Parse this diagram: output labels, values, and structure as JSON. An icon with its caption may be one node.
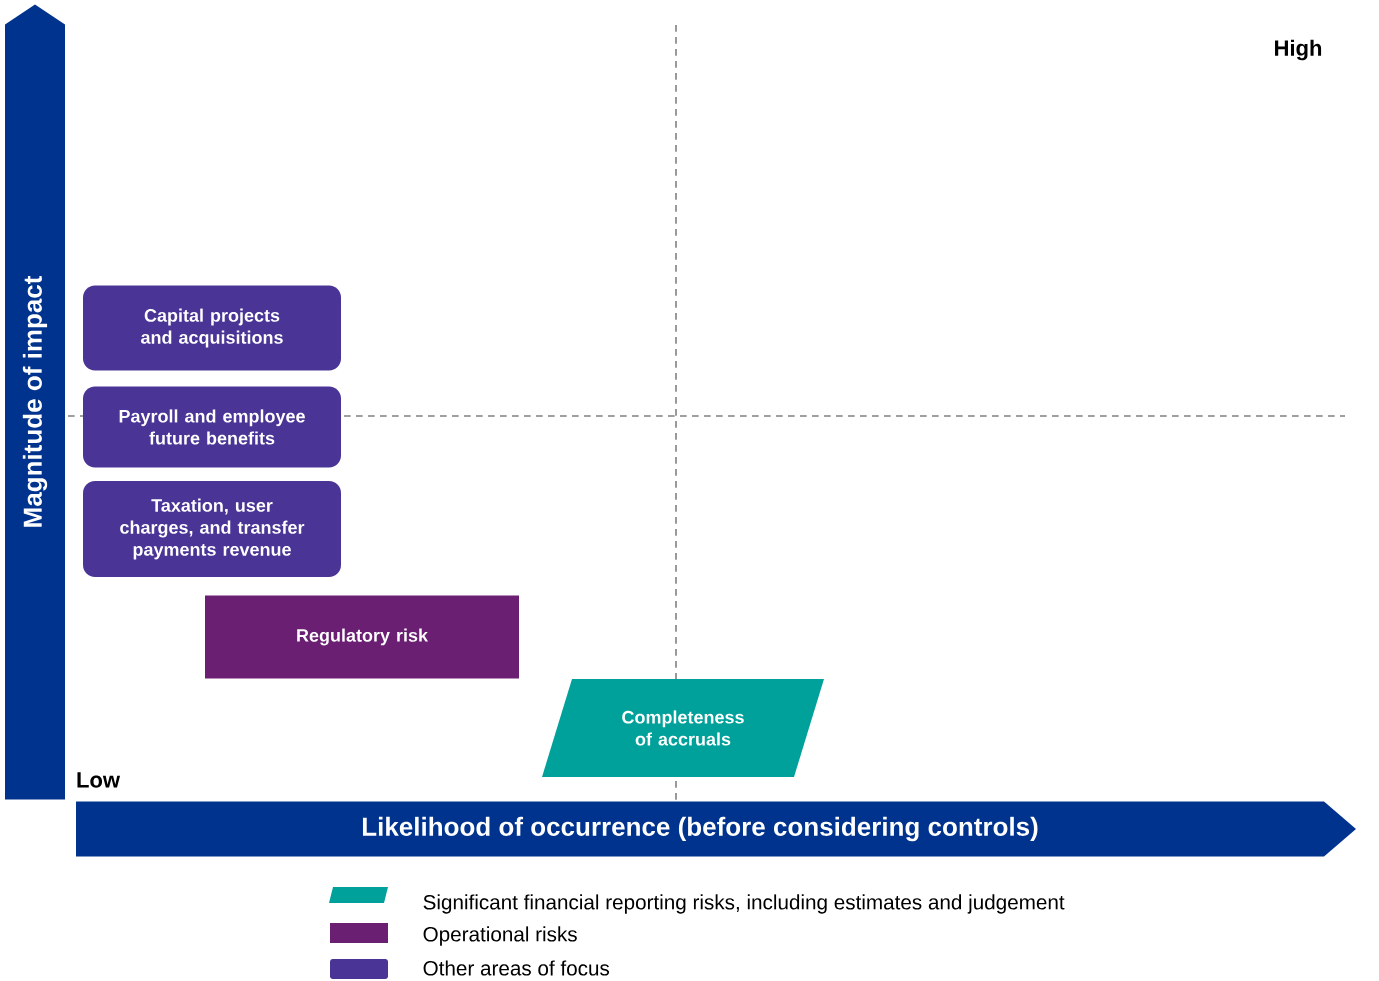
{
  "diagram": {
    "nodes": [
      {
        "text": [
          "Magnitude of impact"
        ]
      },
      {
        "text": [
          "Likelihood of occurrence (before considering controls)"
        ]
      },
      {
        "text": [
          "Capital projects and acquisitions"
        ]
      },
      {
        "text": [
          "Payroll and employee future benefits"
        ]
      },
      {
        "text": [
          "Taxation, user charges, and transfer payments revenue"
        ]
      },
      {
        "text": [
          "Regulatory risk"
        ]
      },
      {
        "text": [
          "Completeness of accruals"
        ]
      }
    ],
    "labels": [
      "High",
      "Low"
    ],
    "legend": [
      {
        "text": "Significant financial reporting risks, including estimates and judgement",
        "color": "#00a19a"
      },
      {
        "text": "Operational risks",
        "color": "#6b1f73"
      },
      {
        "text": "Other areas of focus",
        "color": "#4a3597"
      }
    ]
  }
}
